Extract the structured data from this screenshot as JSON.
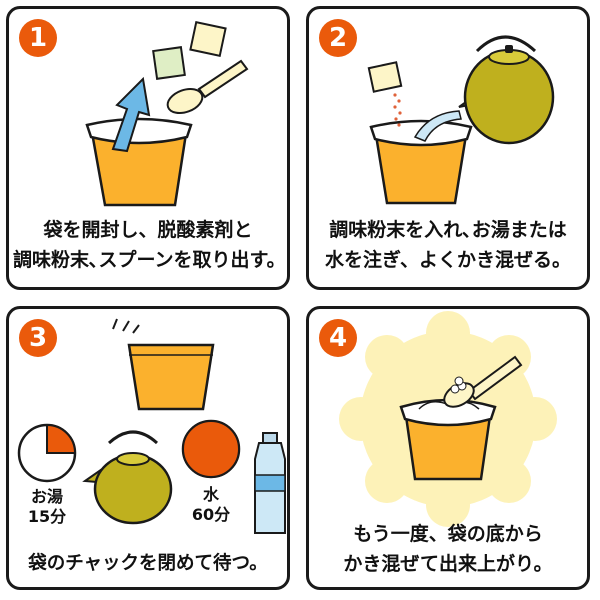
{
  "colors": {
    "accent": "#ea5a0b",
    "cup": "#fbb12d",
    "kettle": "#bfb01e",
    "glow": "#fdf2b8"
  },
  "steps": [
    {
      "number": "1",
      "caption": [
        "袋を開封し、脱酸素剤と",
        "調味粉末､スプーンを取り出す。"
      ]
    },
    {
      "number": "2",
      "caption": [
        "調味粉末を入れ､お湯または",
        "水を注ぎ、よくかき混ぜる。"
      ]
    },
    {
      "number": "3",
      "caption": [
        "袋のチャックを閉めて待つ。"
      ],
      "timers": [
        {
          "label": "お湯",
          "time": "15分",
          "fill_fraction": 0.25
        },
        {
          "label": "水",
          "time": "60分",
          "fill_fraction": 1.0
        }
      ]
    },
    {
      "number": "4",
      "caption": [
        "もう一度、袋の底から",
        "かき混ぜて出来上がり。"
      ]
    }
  ]
}
